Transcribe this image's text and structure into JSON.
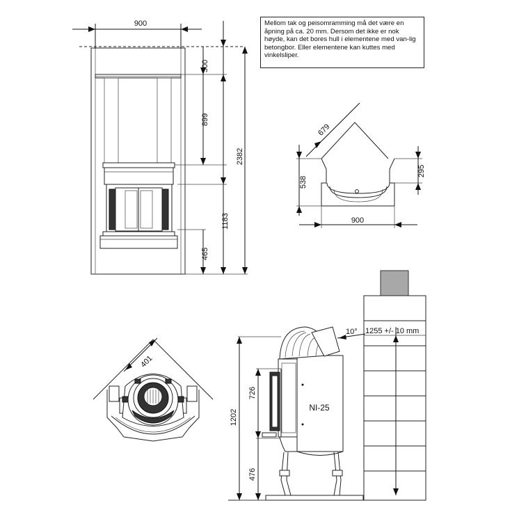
{
  "note": "Mellom tak og peisomramming må det være en åpning på ca. 20 mm. Dersom det ikke er nok høyde, kan det bores hull i elementene med van-lig betongbor. Eller elementene kan kuttes med vinkelsliper.",
  "front_view": {
    "width": "900",
    "d_top": "300",
    "d_mid": "899",
    "d_fire": "1183",
    "d_base": "465",
    "d_total": "2382"
  },
  "plan_view": {
    "diag": "679",
    "depth": "538",
    "side": "295",
    "width": "900"
  },
  "corner_view": {
    "diag": "401"
  },
  "side_view": {
    "angle": "10°",
    "chimney": "1255 +/- 10 mm",
    "model": "NI-25",
    "h_total": "1202",
    "h_door": "726",
    "h_leg": "476"
  }
}
